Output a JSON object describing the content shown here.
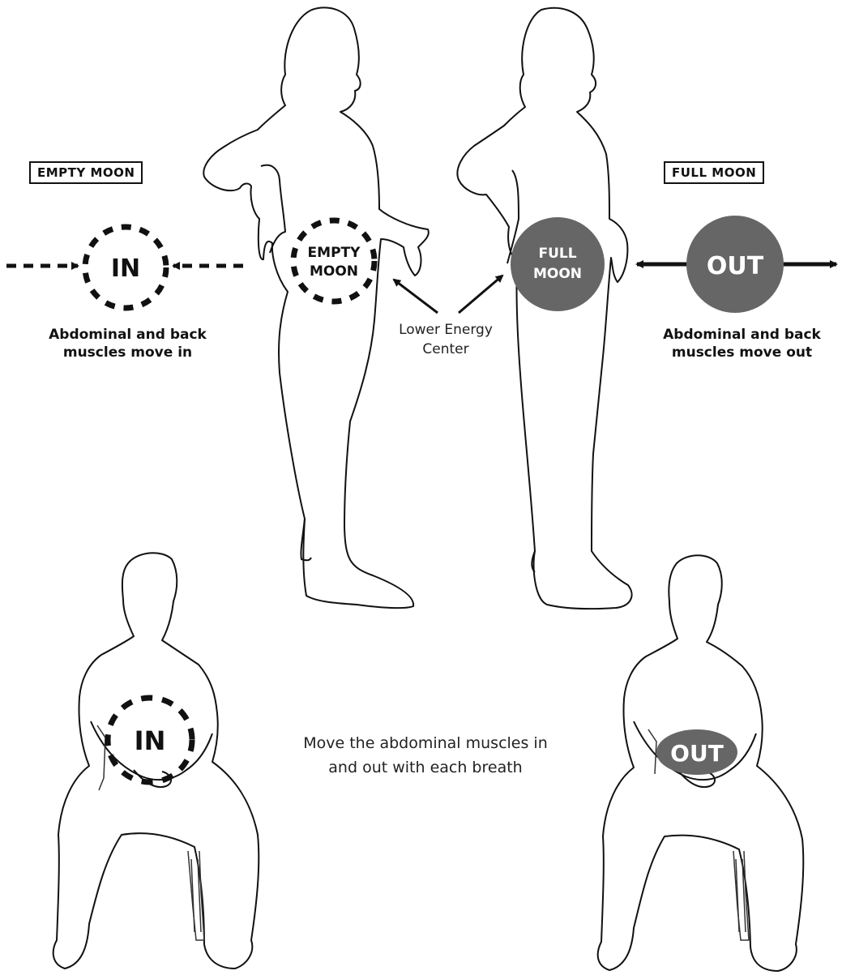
{
  "empty_moon_label": "EMPTY MOON",
  "full_moon_label": "FULL MOON",
  "in_marker": "IN",
  "out_marker": "OUT",
  "empty_moon_belly_line1": "EMPTY",
  "empty_moon_belly_line2": "MOON",
  "full_moon_belly_line1": "FULL",
  "full_moon_belly_line2": "MOON",
  "left_caption_line1": "Abdominal and back",
  "left_caption_line2": "muscles move in",
  "right_caption_line1": "Abdominal and back",
  "right_caption_line2": "muscles move out",
  "center_label_line1": "Lower Energy",
  "center_label_line2": "Center",
  "instruction_line1": "Move the abdominal muscles in",
  "instruction_line2": "and out with each breath",
  "seated_in_marker": "IN",
  "seated_out_marker": "OUT",
  "colors": {
    "ink": "#111111",
    "fill": "#666666",
    "text_on_fill": "#ffffff"
  }
}
